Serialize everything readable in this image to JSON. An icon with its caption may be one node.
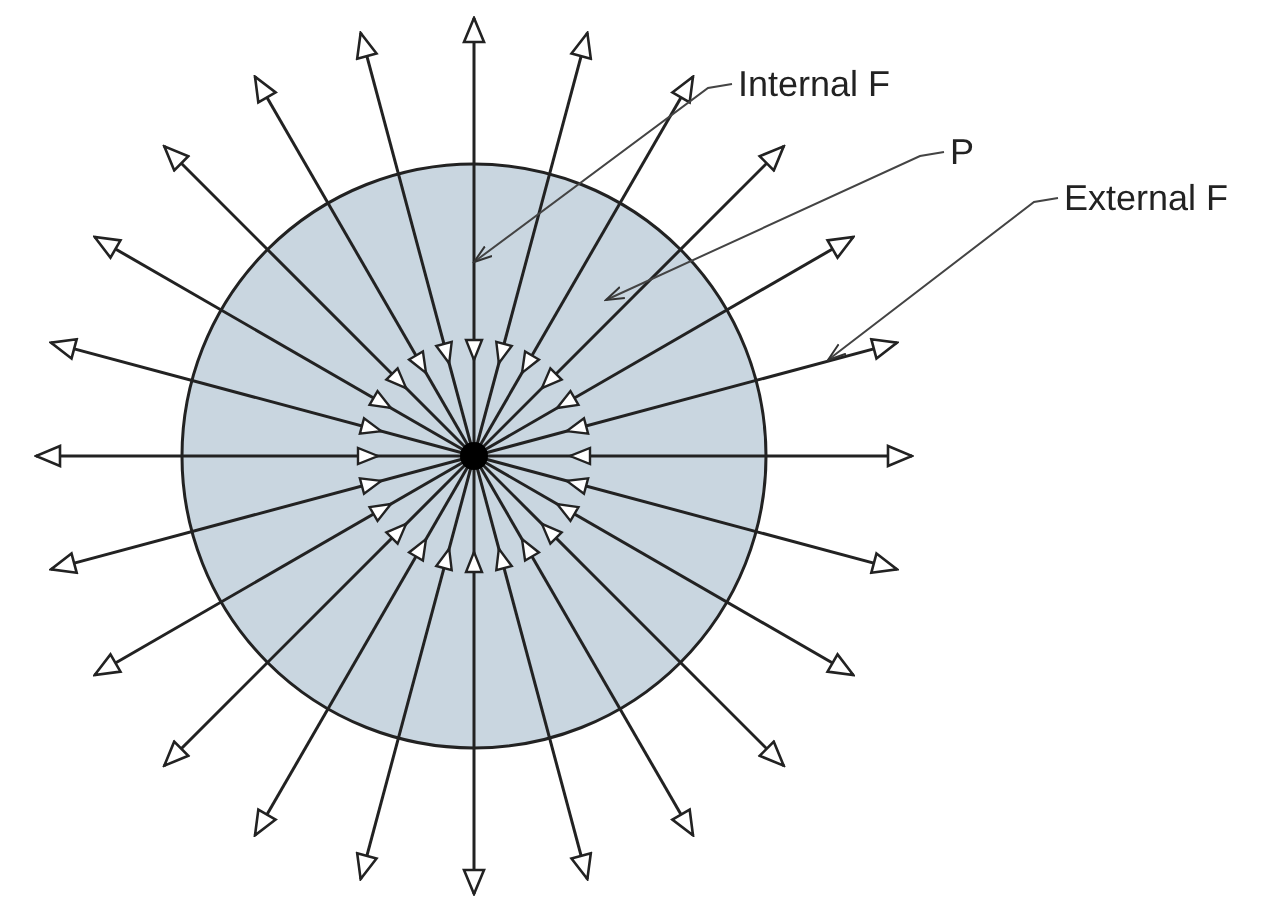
{
  "diagram": {
    "nodes": [
      {
        "text": [],
        "shape": "circle"
      },
      {
        "text": [
          "Internal F"
        ]
      },
      {
        "text": [
          "P"
        ]
      },
      {
        "text": [
          "External F"
        ]
      }
    ],
    "edges": [
      {
        "from": 1,
        "to": 0,
        "arrow": "to"
      },
      {
        "from": 2,
        "to": 0,
        "arrow": "to"
      },
      {
        "from": 3,
        "to": null,
        "arrow": "to"
      }
    ]
  }
}
